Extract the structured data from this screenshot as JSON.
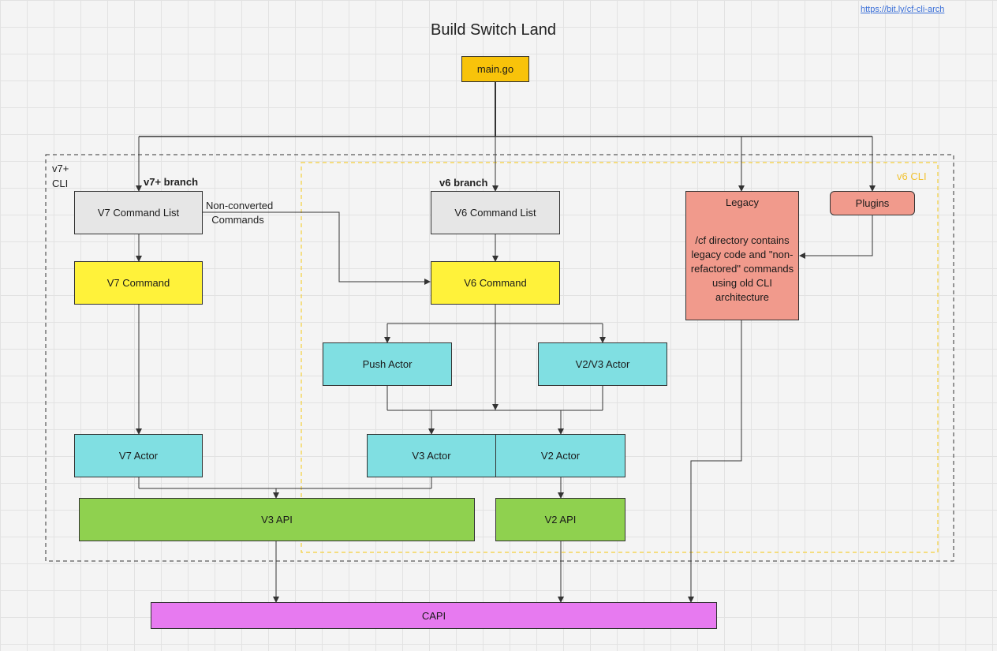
{
  "diagram": {
    "title": "Build Switch Land",
    "link_text": "https://bit.ly/cf-cli-arch",
    "main_go": "main.go",
    "v7_region_label": "v7+\nCLI",
    "v6_region_label": "v6 CLI",
    "v7_branch_label": "v7+ branch",
    "v6_branch_label": "v6 branch",
    "non_converted_label": "Non-converted\n  Commands",
    "v7_command_list": "V7 Command List",
    "v6_command_list": "V6 Command List",
    "v7_command": "V7 Command",
    "v6_command": "V6 Command",
    "push_actor": "Push Actor",
    "v2v3_actor": "V2/V3 Actor",
    "v7_actor": "V7 Actor",
    "v3_actor": "V3 Actor",
    "v2_actor": "V2 Actor",
    "v3_api": "V3 API",
    "v2_api": "V2 API",
    "capi": "CAPI",
    "legacy_title": "Legacy",
    "legacy_desc": "/cf directory contains legacy code and \"non-refactored\" commands using old CLI architecture",
    "plugins": "Plugins",
    "colors": {
      "gold": "#f8c30a",
      "gray": "#e6e6e6",
      "yellow": "#fff23a",
      "cyan": "#80dfe2",
      "green": "#8fd14f",
      "salmon": "#f19a8c",
      "magenta": "#e77af0",
      "v6_border": "#f5cf3a"
    }
  }
}
